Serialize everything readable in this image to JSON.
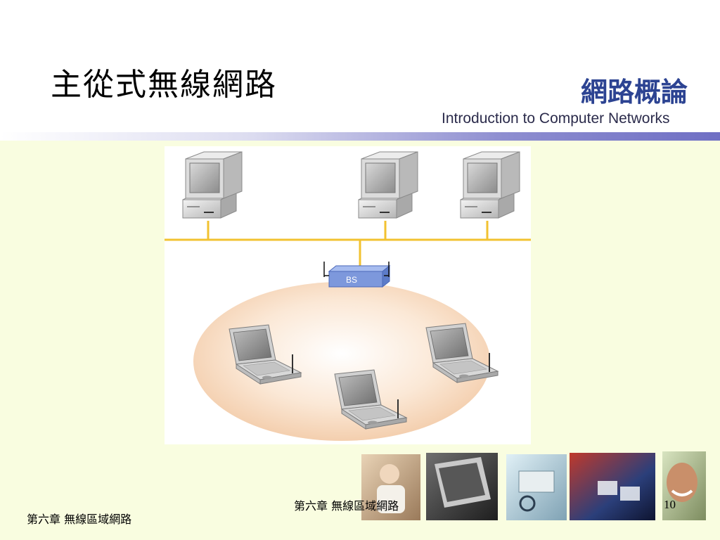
{
  "slide": {
    "title": "主從式無線網路",
    "logo_title": "網路概論",
    "logo_subtitle": "Introduction to Computer Networks",
    "footer_left": "第六章  無線區域網路",
    "footer_center": "第六章  無線區域網路",
    "page_number": "10"
  },
  "diagram": {
    "base_station_label": "BS",
    "wired_hosts": [
      "desktop-computer",
      "desktop-computer",
      "desktop-computer"
    ],
    "wireless_hosts": [
      "laptop",
      "laptop",
      "laptop"
    ]
  },
  "colors": {
    "cable": "#f2c230",
    "base_station": "#7d98dc",
    "coverage_area": "#f5d7bd",
    "content_background": "#f9fde0",
    "logo_title": "#2c4392"
  },
  "decor": {
    "photo_strip": [
      "photo-person-with-phone",
      "photo-laptop",
      "photo-network-device",
      "photo-network-cable",
      "photo-smiling-man"
    ]
  }
}
